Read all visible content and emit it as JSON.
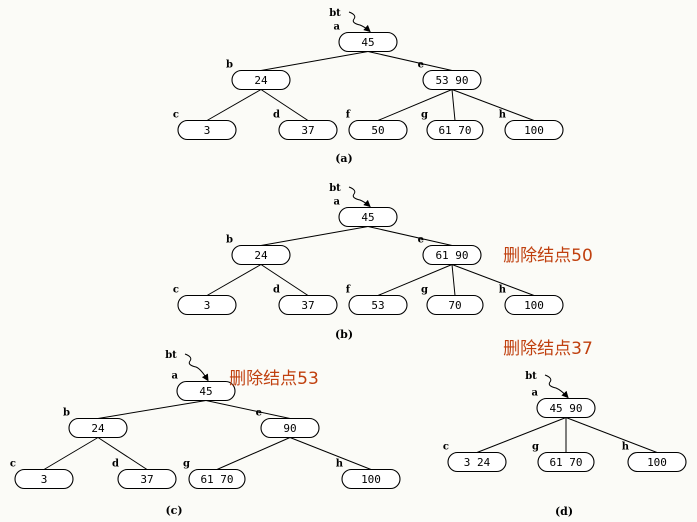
{
  "diagrams": [
    {
      "caption": "(a)",
      "pointer": "bt",
      "nodes": [
        {
          "label": "a",
          "keys": "45"
        },
        {
          "label": "b",
          "keys": "24"
        },
        {
          "label": "e",
          "keys": "53 90"
        },
        {
          "label": "c",
          "keys": "3"
        },
        {
          "label": "d",
          "keys": "37"
        },
        {
          "label": "f",
          "keys": "50"
        },
        {
          "label": "g",
          "keys": "61 70"
        },
        {
          "label": "h",
          "keys": "100"
        }
      ]
    },
    {
      "caption": "(b)",
      "pointer": "bt",
      "note": "删除结点50",
      "nodes": [
        {
          "label": "a",
          "keys": "45"
        },
        {
          "label": "b",
          "keys": "24"
        },
        {
          "label": "e",
          "keys": "61 90"
        },
        {
          "label": "c",
          "keys": "3"
        },
        {
          "label": "d",
          "keys": "37"
        },
        {
          "label": "f",
          "keys": "53"
        },
        {
          "label": "g",
          "keys": "70"
        },
        {
          "label": "h",
          "keys": "100"
        }
      ]
    },
    {
      "caption": "(c)",
      "pointer": "bt",
      "note": "删除结点53",
      "nodes": [
        {
          "label": "a",
          "keys": "45"
        },
        {
          "label": "b",
          "keys": "24"
        },
        {
          "label": "e",
          "keys": "90"
        },
        {
          "label": "c",
          "keys": "3"
        },
        {
          "label": "d",
          "keys": "37"
        },
        {
          "label": "g",
          "keys": "61 70"
        },
        {
          "label": "h",
          "keys": "100"
        }
      ]
    },
    {
      "caption": "(d)",
      "pointer": "bt",
      "note": "删除结点37",
      "nodes": [
        {
          "label": "a",
          "keys": "45 90"
        },
        {
          "label": "c",
          "keys": "3   24"
        },
        {
          "label": "g",
          "keys": "61  70"
        },
        {
          "label": "h",
          "keys": "100"
        }
      ]
    }
  ]
}
